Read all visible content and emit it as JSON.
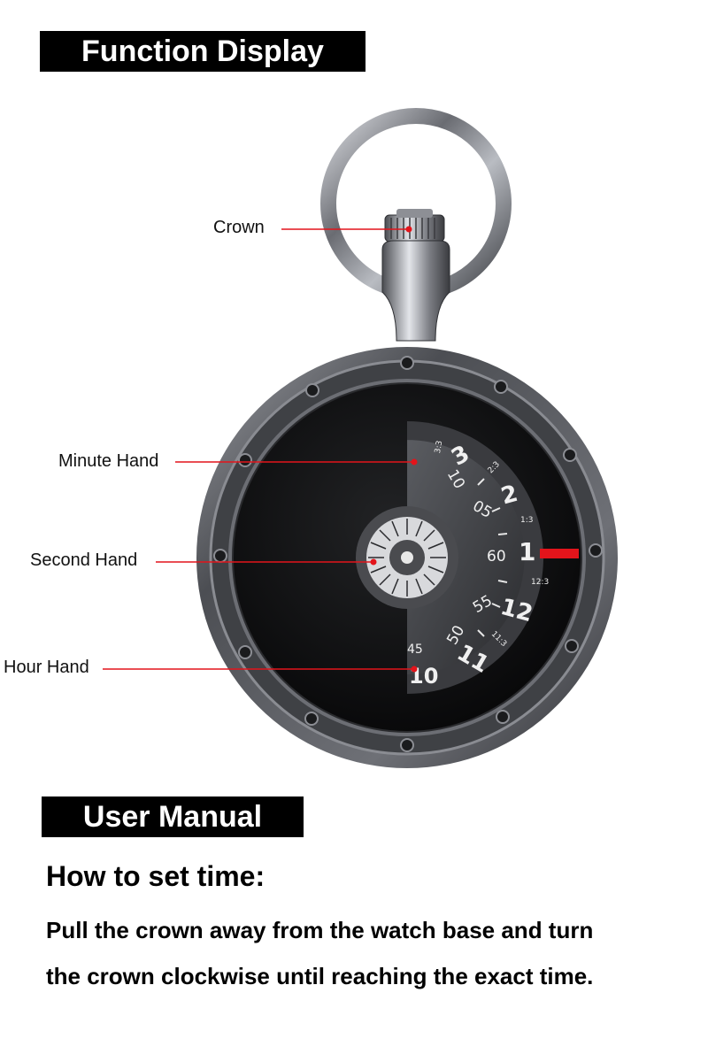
{
  "banners": {
    "function_display": "Function Display",
    "user_manual": "User Manual"
  },
  "callouts": {
    "crown": "Crown",
    "minute_hand": "Minute Hand",
    "second_hand": "Second Hand",
    "hour_hand": "Hour Hand"
  },
  "dial": {
    "minute_numbers": [
      "10",
      "05",
      "60",
      "55",
      "50",
      "45"
    ],
    "hour_numbers": [
      "3",
      "2",
      "1",
      "12",
      "11",
      "10"
    ],
    "small_marks": [
      "3:3",
      "2:3",
      "1:3",
      "12:3",
      "11:3"
    ]
  },
  "manual": {
    "title": "How to set time:",
    "line1": "Pull the crown away from the watch base and turn",
    "line2": "the crown clockwise until reaching the exact time."
  },
  "colors": {
    "callout_line": "#e3141b",
    "indicator": "#e3141b",
    "case": "#5b5d62",
    "dial": "#0b0b0c"
  }
}
